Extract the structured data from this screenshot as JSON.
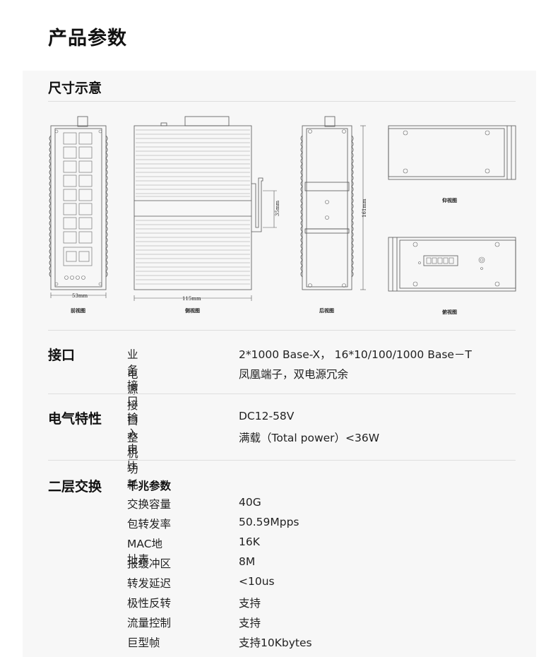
{
  "page_title": "产品参数",
  "dimensions": {
    "title": "尺寸示意",
    "labels": {
      "front_width": "53mm",
      "side_width": "115mm",
      "rail_height": "35mm",
      "rear_height": "161mm"
    },
    "captions": {
      "front": "前视图",
      "side": "侧视图",
      "rear": "后视图",
      "top": "仰视图",
      "bottom": "俯视图"
    }
  },
  "sections": [
    {
      "title": "接口",
      "rows": [
        {
          "key": "业务接口",
          "value": "2*1000 Base-X， 16*10/100/1000 Base－T"
        },
        {
          "key": "电源接口",
          "value": "凤凰端子，双电源冗余"
        }
      ]
    },
    {
      "title": "电气特性",
      "rows": [
        {
          "key": "输入电压",
          "value": "DC12-58V"
        },
        {
          "key": "整机功耗",
          "value": "满载（Total power）<36W"
        }
      ]
    },
    {
      "title": "二层交换",
      "subhead": "千兆参数",
      "rows": [
        {
          "key": "交换容量",
          "value": "40G"
        },
        {
          "key": "包转发率",
          "value": "50.59Mpps"
        },
        {
          "key": "MAC地址表",
          "value": "16K"
        },
        {
          "key": "报缓冲区",
          "value": "8M"
        },
        {
          "key": "转发延迟",
          "value": "<10us"
        },
        {
          "key": "极性反转",
          "value": "支持"
        },
        {
          "key": "流量控制",
          "value": "支持"
        },
        {
          "key": "巨型帧",
          "value": "支持10Kbytes"
        }
      ]
    }
  ]
}
